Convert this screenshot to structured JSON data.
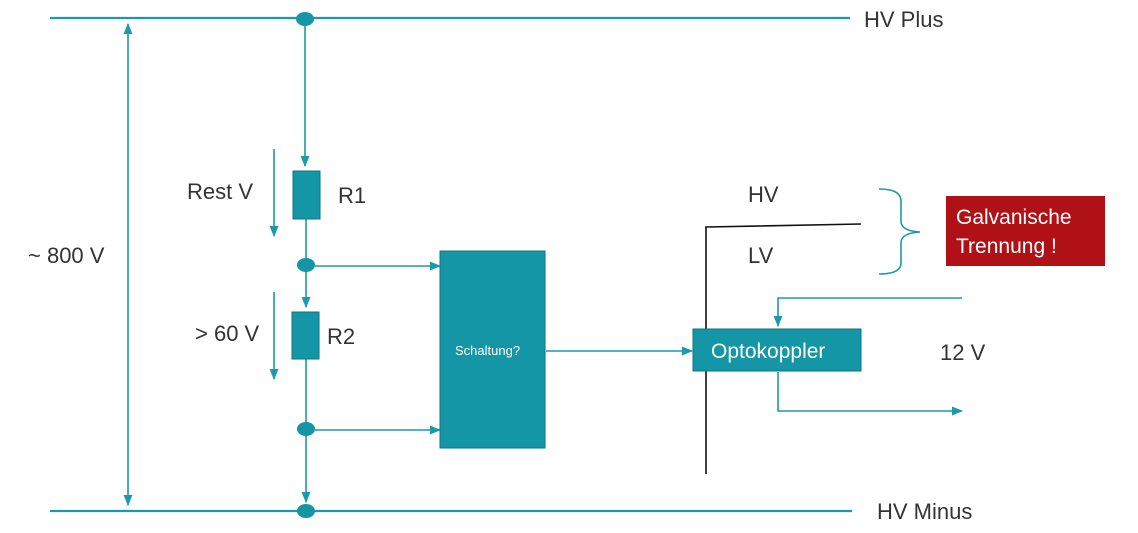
{
  "labels": {
    "hv_plus": "HV Plus",
    "hv_minus": "HV Minus",
    "voltage_total": "~ 800 V",
    "rest_v": "Rest V",
    "gt_60v": "> 60 V",
    "r1": "R1",
    "r2": "R2",
    "schaltung": "Schaltung?",
    "optokoppler": "Optokoppler",
    "hv": "HV",
    "lv": "LV",
    "v12": "12 V",
    "galvanic_line1": "Galvanische",
    "galvanic_line2": "Trennung !"
  },
  "colors": {
    "teal": "#1a9aaa",
    "teal_fill": "#1596a6",
    "red_box": "#b01116",
    "black_line": "#111111"
  }
}
